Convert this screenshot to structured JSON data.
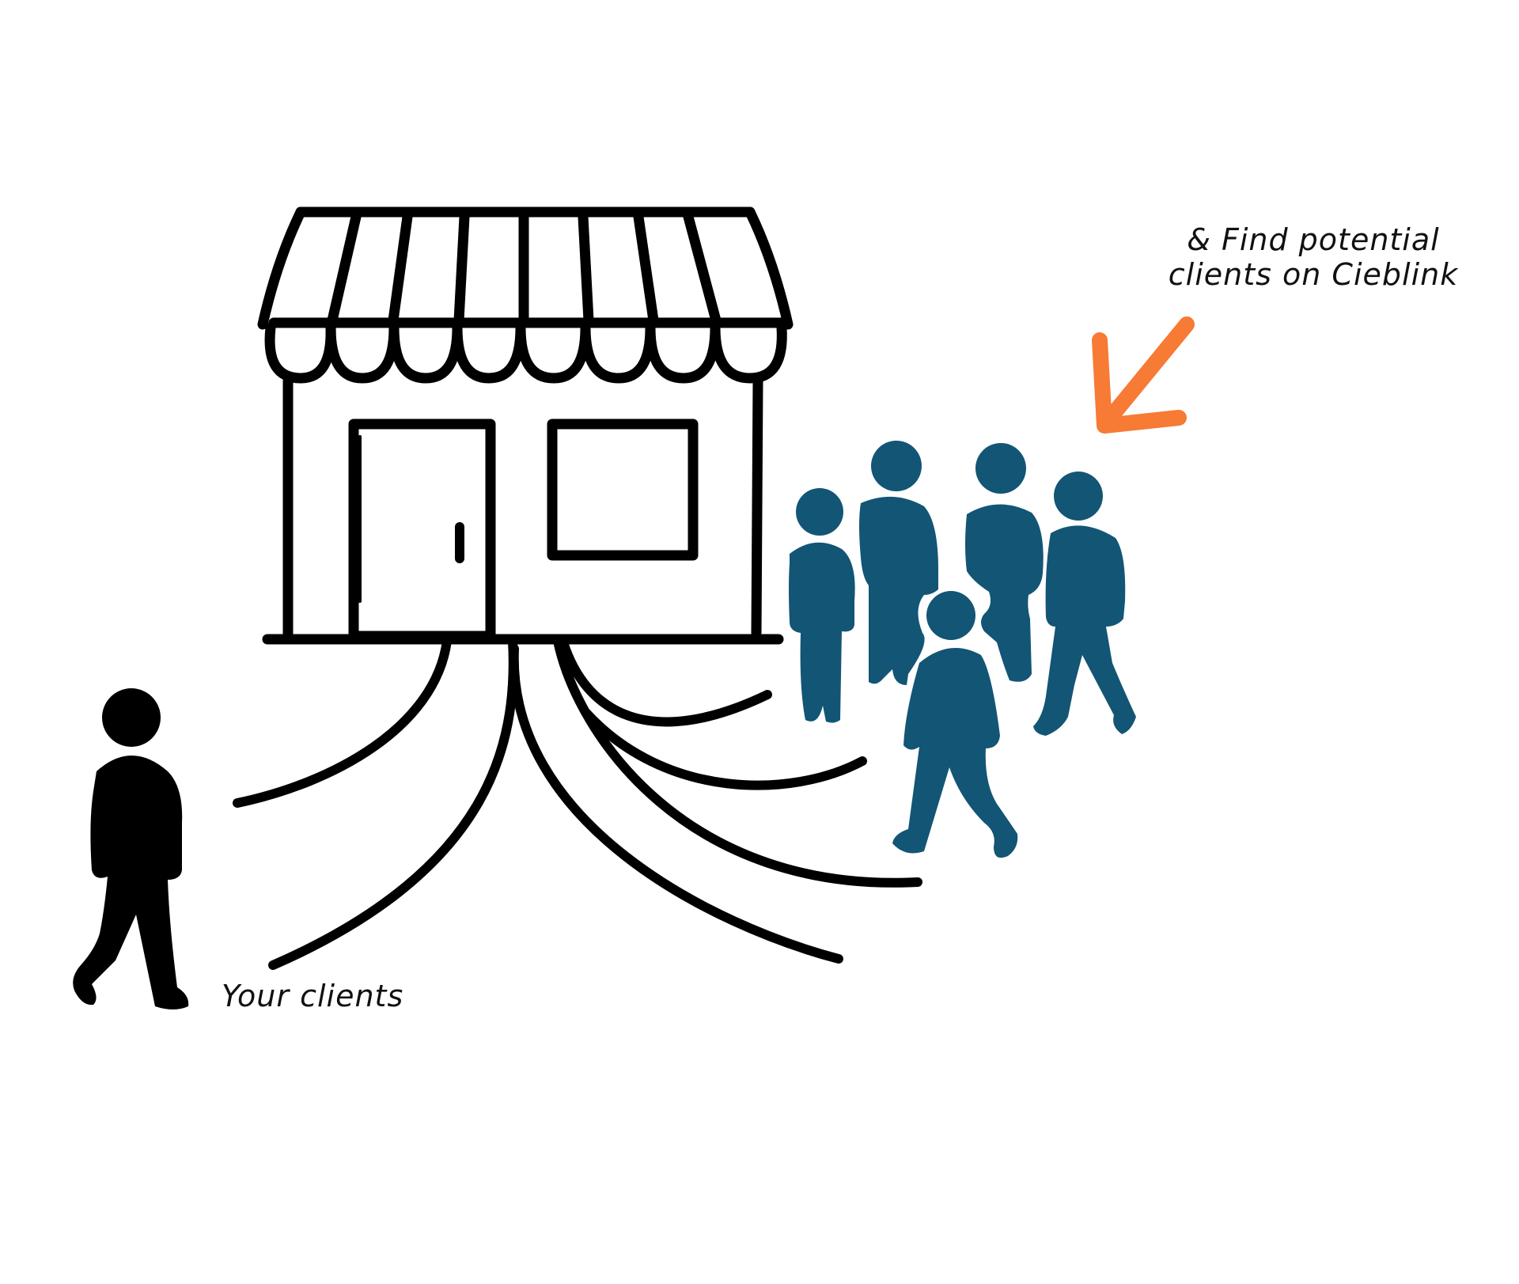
{
  "captions": {
    "potential_line1": "& Find potential",
    "potential_line2": "clients on Cieblink",
    "your_clients": "Your clients"
  },
  "colors": {
    "line": "#000000",
    "crowd": "#135575",
    "arrow": "#F77A35",
    "background": "#FFFFFF"
  },
  "icons": {
    "shop": "storefront-icon",
    "client": "walking-person-icon",
    "crowd": "crowd-icon",
    "arrow": "arrow-down-left-icon"
  }
}
